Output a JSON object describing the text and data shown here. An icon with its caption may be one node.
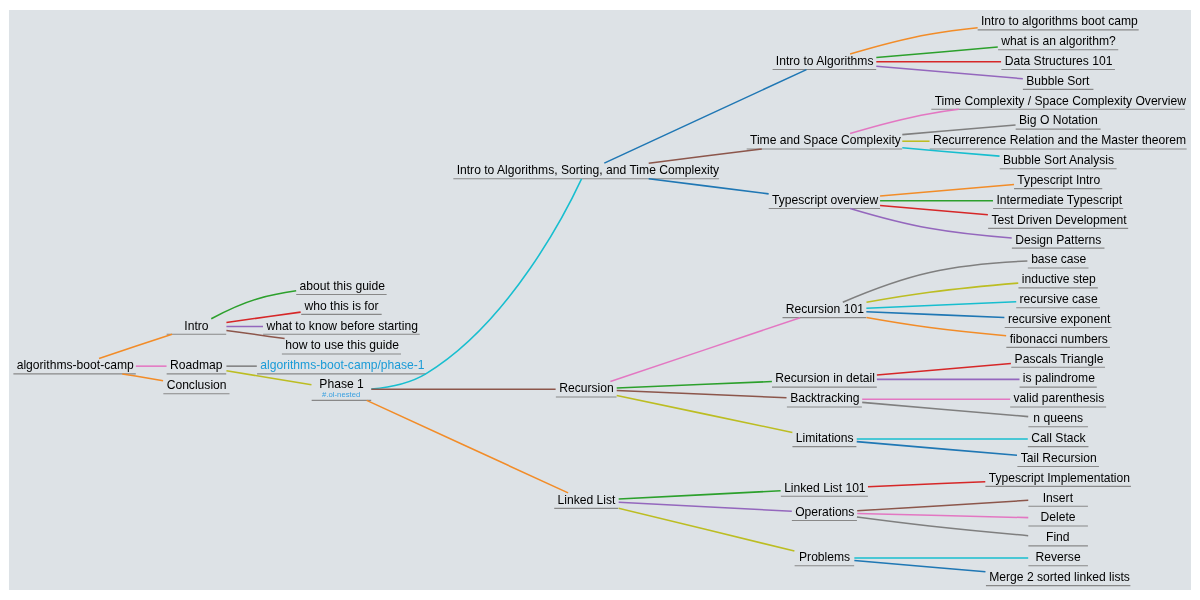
{
  "diagram": {
    "nodes": [
      {
        "text": [
          "algorithms-boot-camp"
        ]
      },
      {
        "text": [
          "Intro"
        ]
      },
      {
        "text": [
          "about this guide"
        ]
      },
      {
        "text": [
          "who this is for"
        ]
      },
      {
        "text": [
          "what to know before starting"
        ]
      },
      {
        "text": [
          "how to use this guide"
        ]
      },
      {
        "text": [
          "Roadmap"
        ]
      },
      {
        "text": [
          "algorithms-boot-camp/phase-1"
        ]
      },
      {
        "text": [
          "Phase 1",
          "#.ol-nested"
        ]
      },
      {
        "text": [
          "Intro to Algorithms, Sorting, and Time Complexity"
        ]
      },
      {
        "text": [
          "Intro to Algorithms"
        ]
      },
      {
        "text": [
          "Intro to algorithms boot camp"
        ]
      },
      {
        "text": [
          "what is an algorithm?"
        ]
      },
      {
        "text": [
          "Data Structures 101"
        ]
      },
      {
        "text": [
          "Bubble Sort"
        ]
      },
      {
        "text": [
          "Time and Space Complexity"
        ]
      },
      {
        "text": [
          "Time Complexity / Space Complexity Overview"
        ]
      },
      {
        "text": [
          "Big O Notation"
        ]
      },
      {
        "text": [
          "Recurrerence Relation and the Master theorem"
        ]
      },
      {
        "text": [
          "Bubble Sort Analysis"
        ]
      },
      {
        "text": [
          "Typescript overview"
        ]
      },
      {
        "text": [
          "Typescript Intro"
        ]
      },
      {
        "text": [
          "Intermediate Typescript"
        ]
      },
      {
        "text": [
          "Test Driven Development"
        ]
      },
      {
        "text": [
          "Design Patterns"
        ]
      },
      {
        "text": [
          "Recursion"
        ]
      },
      {
        "text": [
          "Recursion 101"
        ]
      },
      {
        "text": [
          "base case"
        ]
      },
      {
        "text": [
          "inductive step"
        ]
      },
      {
        "text": [
          "recursive case"
        ]
      },
      {
        "text": [
          "recursive exponent"
        ]
      },
      {
        "text": [
          "fibonacci numbers"
        ]
      },
      {
        "text": [
          "Recursion in detail"
        ]
      },
      {
        "text": [
          "Pascals Triangle"
        ]
      },
      {
        "text": [
          "is palindrome"
        ]
      },
      {
        "text": [
          "Backtracking"
        ]
      },
      {
        "text": [
          "valid parenthesis"
        ]
      },
      {
        "text": [
          "n queens"
        ]
      },
      {
        "text": [
          "Limitations"
        ]
      },
      {
        "text": [
          "Call Stack"
        ]
      },
      {
        "text": [
          "Tail Recursion"
        ]
      },
      {
        "text": [
          "Linked List"
        ]
      },
      {
        "text": [
          "Linked List 101"
        ]
      },
      {
        "text": [
          "Typescript Implementation"
        ]
      },
      {
        "text": [
          "Operations"
        ]
      },
      {
        "text": [
          "Insert"
        ]
      },
      {
        "text": [
          "Delete"
        ]
      },
      {
        "text": [
          "Find"
        ]
      },
      {
        "text": [
          "Problems"
        ]
      },
      {
        "text": [
          "Reverse"
        ]
      },
      {
        "text": [
          "Merge 2 sorted linked lists"
        ]
      },
      {
        "text": [
          "Conclusion"
        ]
      }
    ],
    "edges": [
      {
        "from": 0,
        "to": 1,
        "arrow": "none",
        "color": "#f28c28"
      },
      {
        "from": 1,
        "to": 2,
        "arrow": "none",
        "color": "#2ca02c"
      },
      {
        "from": 1,
        "to": 3,
        "arrow": "none",
        "color": "#d62728"
      },
      {
        "from": 1,
        "to": 4,
        "arrow": "none",
        "color": "#9467bd"
      },
      {
        "from": 1,
        "to": 5,
        "arrow": "none",
        "color": "#8c564b"
      },
      {
        "from": 0,
        "to": 6,
        "arrow": "none",
        "color": "#e377c2"
      },
      {
        "from": 6,
        "to": 7,
        "arrow": "none",
        "color": "#7f7f7f"
      },
      {
        "from": 6,
        "to": 8,
        "arrow": "none",
        "color": "#bcbd22"
      },
      {
        "from": 8,
        "to": 9,
        "arrow": "none",
        "color": "#17becf"
      },
      {
        "from": 9,
        "to": 10,
        "arrow": "none",
        "color": "#1f77b4"
      },
      {
        "from": 10,
        "to": 11,
        "arrow": "none",
        "color": "#f28c28"
      },
      {
        "from": 10,
        "to": 12,
        "arrow": "none",
        "color": "#2ca02c"
      },
      {
        "from": 10,
        "to": 13,
        "arrow": "none",
        "color": "#d62728"
      },
      {
        "from": 10,
        "to": 14,
        "arrow": "none",
        "color": "#9467bd"
      },
      {
        "from": 9,
        "to": 15,
        "arrow": "none",
        "color": "#8c564b"
      },
      {
        "from": 15,
        "to": 16,
        "arrow": "none",
        "color": "#e377c2"
      },
      {
        "from": 15,
        "to": 17,
        "arrow": "none",
        "color": "#7f7f7f"
      },
      {
        "from": 15,
        "to": 18,
        "arrow": "none",
        "color": "#bcbd22"
      },
      {
        "from": 15,
        "to": 19,
        "arrow": "none",
        "color": "#17becf"
      },
      {
        "from": 9,
        "to": 20,
        "arrow": "none",
        "color": "#1f77b4"
      },
      {
        "from": 20,
        "to": 21,
        "arrow": "none",
        "color": "#f28c28"
      },
      {
        "from": 20,
        "to": 22,
        "arrow": "none",
        "color": "#2ca02c"
      },
      {
        "from": 20,
        "to": 23,
        "arrow": "none",
        "color": "#d62728"
      },
      {
        "from": 20,
        "to": 24,
        "arrow": "none",
        "color": "#9467bd"
      },
      {
        "from": 8,
        "to": 25,
        "arrow": "none",
        "color": "#8c564b"
      },
      {
        "from": 25,
        "to": 26,
        "arrow": "none",
        "color": "#e377c2"
      },
      {
        "from": 26,
        "to": 27,
        "arrow": "none",
        "color": "#7f7f7f"
      },
      {
        "from": 26,
        "to": 28,
        "arrow": "none",
        "color": "#bcbd22"
      },
      {
        "from": 26,
        "to": 29,
        "arrow": "none",
        "color": "#17becf"
      },
      {
        "from": 26,
        "to": 30,
        "arrow": "none",
        "color": "#1f77b4"
      },
      {
        "from": 26,
        "to": 31,
        "arrow": "none",
        "color": "#f28c28"
      },
      {
        "from": 25,
        "to": 32,
        "arrow": "none",
        "color": "#2ca02c"
      },
      {
        "from": 32,
        "to": 33,
        "arrow": "none",
        "color": "#d62728"
      },
      {
        "from": 32,
        "to": 34,
        "arrow": "none",
        "color": "#9467bd"
      },
      {
        "from": 25,
        "to": 35,
        "arrow": "none",
        "color": "#8c564b"
      },
      {
        "from": 35,
        "to": 36,
        "arrow": "none",
        "color": "#e377c2"
      },
      {
        "from": 35,
        "to": 37,
        "arrow": "none",
        "color": "#7f7f7f"
      },
      {
        "from": 25,
        "to": 38,
        "arrow": "none",
        "color": "#bcbd22"
      },
      {
        "from": 38,
        "to": 39,
        "arrow": "none",
        "color": "#17becf"
      },
      {
        "from": 38,
        "to": 40,
        "arrow": "none",
        "color": "#1f77b4"
      },
      {
        "from": 8,
        "to": 41,
        "arrow": "none",
        "color": "#f28c28"
      },
      {
        "from": 41,
        "to": 42,
        "arrow": "none",
        "color": "#2ca02c"
      },
      {
        "from": 42,
        "to": 43,
        "arrow": "none",
        "color": "#d62728"
      },
      {
        "from": 41,
        "to": 44,
        "arrow": "none",
        "color": "#9467bd"
      },
      {
        "from": 44,
        "to": 45,
        "arrow": "none",
        "color": "#8c564b"
      },
      {
        "from": 44,
        "to": 46,
        "arrow": "none",
        "color": "#e377c2"
      },
      {
        "from": 44,
        "to": 47,
        "arrow": "none",
        "color": "#7f7f7f"
      },
      {
        "from": 41,
        "to": 48,
        "arrow": "none",
        "color": "#bcbd22"
      },
      {
        "from": 48,
        "to": 49,
        "arrow": "none",
        "color": "#17becf"
      },
      {
        "from": 48,
        "to": 50,
        "arrow": "none",
        "color": "#1f77b4"
      },
      {
        "from": 0,
        "to": 51,
        "arrow": "none",
        "color": "#f28c28"
      }
    ]
  }
}
